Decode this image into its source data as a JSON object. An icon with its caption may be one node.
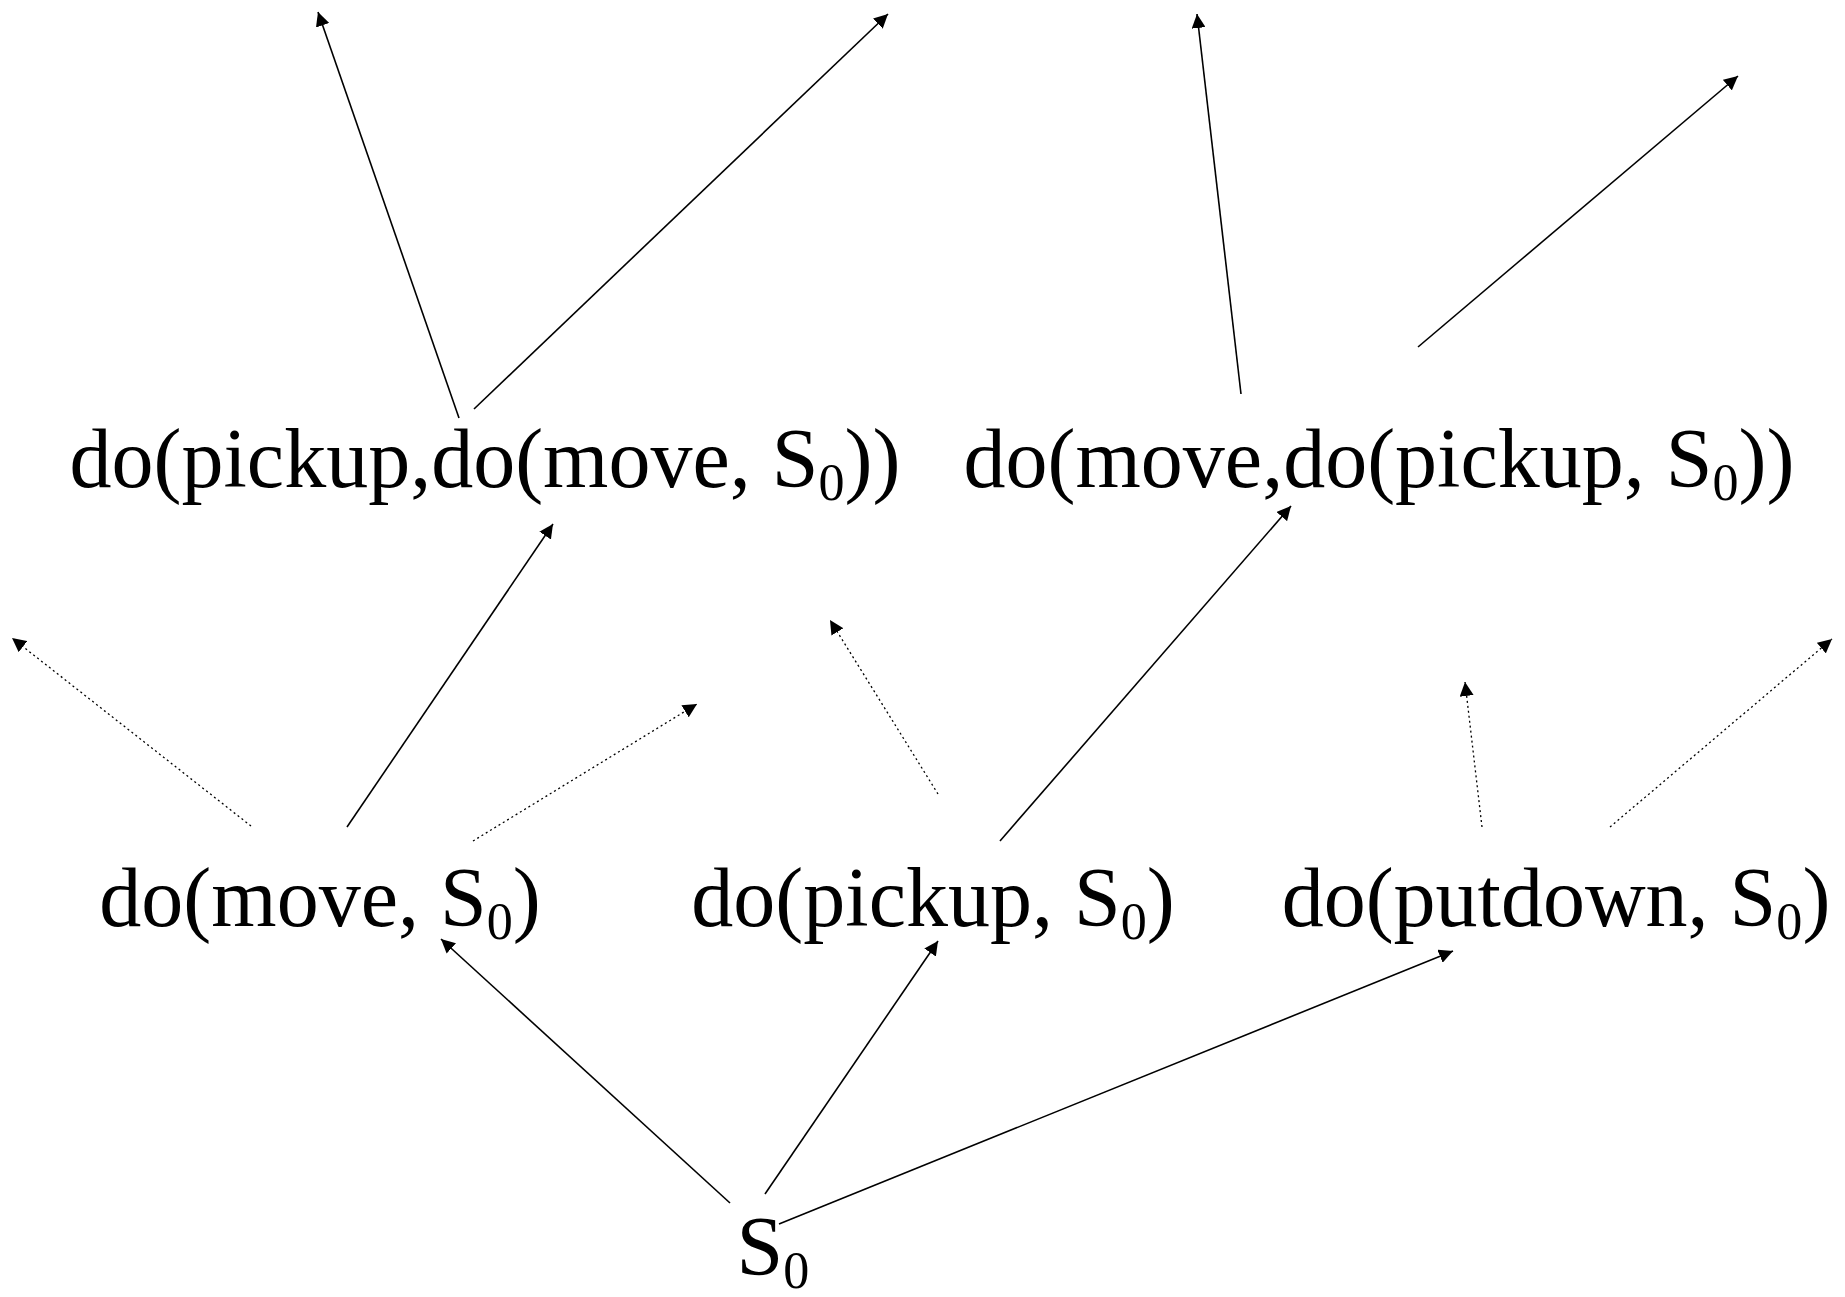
{
  "diagram": {
    "nodes": [
      {
        "text": [
          "do(pickup,do(move, S$_{0}$))"
        ]
      },
      {
        "text": [
          "do(move,do(pickup, S$_{0}$))"
        ]
      },
      {
        "text": [
          "do(move, S$_{0}$)"
        ]
      },
      {
        "text": [
          "do(pickup, S$_{0}$)"
        ]
      },
      {
        "text": [
          "do(putdown, S$_{0}$)"
        ]
      },
      {
        "text": [
          "S$_{0}$"
        ]
      }
    ],
    "edges": [
      {
        "from": 5,
        "to": 2,
        "arrow": "to"
      },
      {
        "from": 5,
        "to": 3,
        "arrow": "to"
      },
      {
        "from": 5,
        "to": 4,
        "arrow": "to"
      },
      {
        "from": 2,
        "to": 0,
        "arrow": "to"
      },
      {
        "from": 3,
        "to": 1,
        "arrow": "to"
      },
      {
        "from": 0,
        "to": null,
        "arrow": "to"
      },
      {
        "from": 0,
        "to": null,
        "arrow": "to"
      },
      {
        "from": 1,
        "to": null,
        "arrow": "to"
      },
      {
        "from": 1,
        "to": null,
        "arrow": "to"
      },
      {
        "from": 2,
        "to": null,
        "arrow": "to",
        "style": "dashed"
      },
      {
        "from": 2,
        "to": null,
        "arrow": "to",
        "style": "dashed"
      },
      {
        "from": 3,
        "to": null,
        "arrow": "to",
        "style": "dashed"
      },
      {
        "from": 4,
        "to": null,
        "arrow": "to",
        "style": "dashed"
      },
      {
        "from": 4,
        "to": null,
        "arrow": "to",
        "style": "dashed"
      }
    ]
  }
}
